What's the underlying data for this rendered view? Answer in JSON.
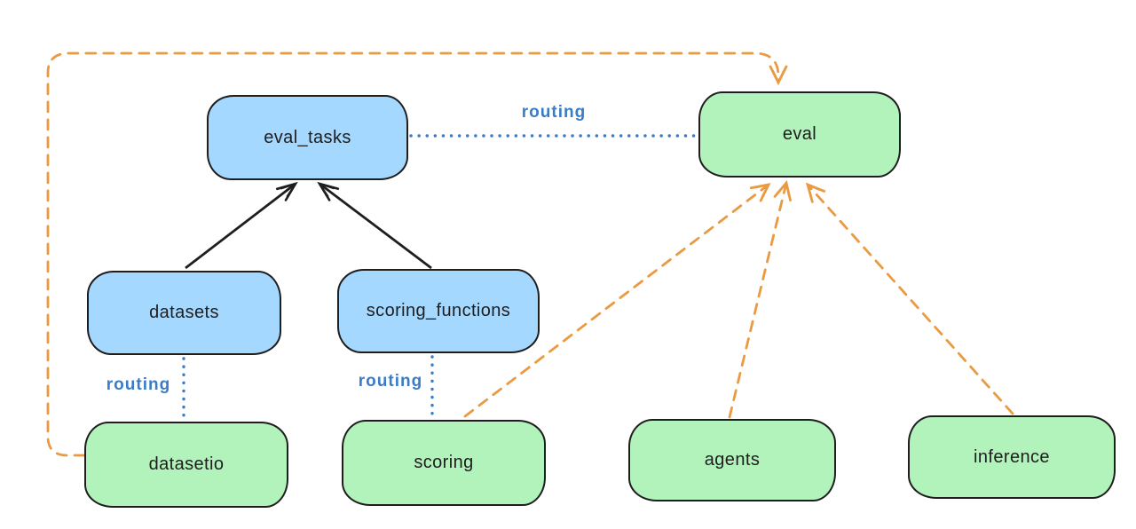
{
  "diagram": {
    "nodes": [
      {
        "id": "eval_tasks",
        "label": "eval_tasks",
        "fill": "#a5d8ff"
      },
      {
        "id": "eval",
        "label": "eval",
        "fill": "#b2f2bb"
      },
      {
        "id": "datasets",
        "label": "datasets",
        "fill": "#a5d8ff"
      },
      {
        "id": "scoring_functions",
        "label": "scoring_functions",
        "fill": "#a5d8ff"
      },
      {
        "id": "datasetio",
        "label": "datasetio",
        "fill": "#b2f2bb"
      },
      {
        "id": "scoring",
        "label": "scoring",
        "fill": "#b2f2bb"
      },
      {
        "id": "agents",
        "label": "agents",
        "fill": "#b2f2bb"
      },
      {
        "id": "inference",
        "label": "inference",
        "fill": "#b2f2bb"
      }
    ],
    "edges": [
      {
        "from": "eval_tasks",
        "to": "eval",
        "label": "routing",
        "style": "dotted"
      },
      {
        "from": "datasets",
        "to": "datasetio",
        "label": "routing",
        "style": "dotted"
      },
      {
        "from": "scoring_functions",
        "to": "scoring",
        "label": "routing",
        "style": "dotted"
      },
      {
        "from": "datasets",
        "to": "eval_tasks",
        "style": "solid-arrow"
      },
      {
        "from": "scoring_functions",
        "to": "eval_tasks",
        "style": "solid-arrow"
      },
      {
        "from": "datasetio",
        "to": "eval",
        "style": "dashed-arrow"
      },
      {
        "from": "scoring",
        "to": "eval",
        "style": "dashed-arrow"
      },
      {
        "from": "agents",
        "to": "eval",
        "style": "dashed-arrow"
      },
      {
        "from": "inference",
        "to": "eval",
        "style": "dashed-arrow"
      }
    ],
    "colors": {
      "blue_fill": "#a5d8ff",
      "green_fill": "#b2f2bb",
      "stroke": "#1e1e1e",
      "orange_dashed": "#ea9a40",
      "routing_blue": "#3a7cc7",
      "background": "#ffffff"
    }
  }
}
